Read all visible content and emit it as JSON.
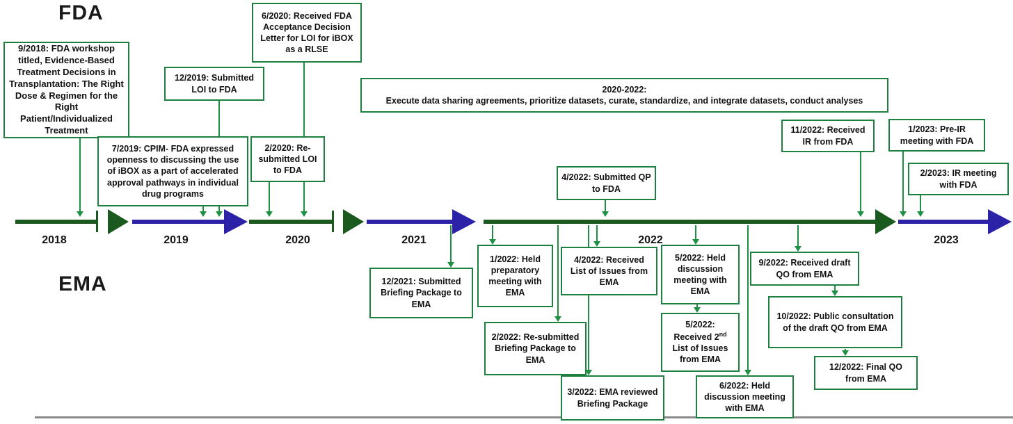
{
  "labels": {
    "fda": "FDA",
    "ema": "EMA"
  },
  "timeline": {
    "years": [
      "2018",
      "2019",
      "2020",
      "2021",
      "2022",
      "2023"
    ],
    "segment_colors": [
      "green",
      "blue",
      "green",
      "blue",
      "green",
      "blue"
    ]
  },
  "colors": {
    "timeline_green": "#1a5a1e",
    "timeline_blue": "#2b22a8",
    "box_border_green": "#1e8040",
    "connector_green": "#1e9044",
    "bottom_rule_gray": "#8a8a8a",
    "text": "#111111"
  },
  "fda": {
    "events": [
      {
        "text": "9/2018: FDA workshop titled, Evidence-Based Treatment Decisions in Transplantation: The Right Dose & Regimen for the Right Patient/Individualized Treatment"
      },
      {
        "text": "12/2019: Submitted LOI to FDA"
      },
      {
        "text": "7/2019: CPIM- FDA expressed openness to discussing the use of iBOX as a part of accelerated approval pathways in individual drug programs"
      },
      {
        "text": "6/2020: Received FDA Acceptance Decision Letter for LOI for iBOX as a RLSE"
      },
      {
        "text": "2/2020: Re-submitted LOI to FDA"
      },
      {
        "line1": "2020-2022:",
        "line2": "Execute data sharing agreements, prioritize datasets, curate, standardize, and integrate datasets, conduct analyses"
      },
      {
        "text": "4/2022: Submitted QP to FDA"
      },
      {
        "text": "11/2022: Received IR from FDA"
      },
      {
        "text": "1/2023: Pre-IR meeting with FDA"
      },
      {
        "text": "2/2023: IR meeting with FDA"
      }
    ]
  },
  "ema": {
    "events": [
      {
        "text": "12/2021: Submitted Briefing Package to EMA"
      },
      {
        "text": "1/2022: Held preparatory meeting with EMA"
      },
      {
        "text": "2/2022: Re-submitted Briefing Package to EMA"
      },
      {
        "text": "3/2022: EMA reviewed Briefing Package"
      },
      {
        "text": "4/2022: Received List of Issues from EMA"
      },
      {
        "text": "5/2022: Held discussion meeting with EMA"
      },
      {
        "text_prefix": "5/2022: Received 2",
        "sup": "nd",
        "text_suffix": " List of Issues from EMA"
      },
      {
        "text": "6/2022: Held discussion meeting with EMA"
      },
      {
        "text": "9/2022: Received draft QO from EMA"
      },
      {
        "text": "10/2022: Public consultation of the draft QO from EMA"
      },
      {
        "text": "12/2022: Final QO from EMA"
      }
    ]
  }
}
